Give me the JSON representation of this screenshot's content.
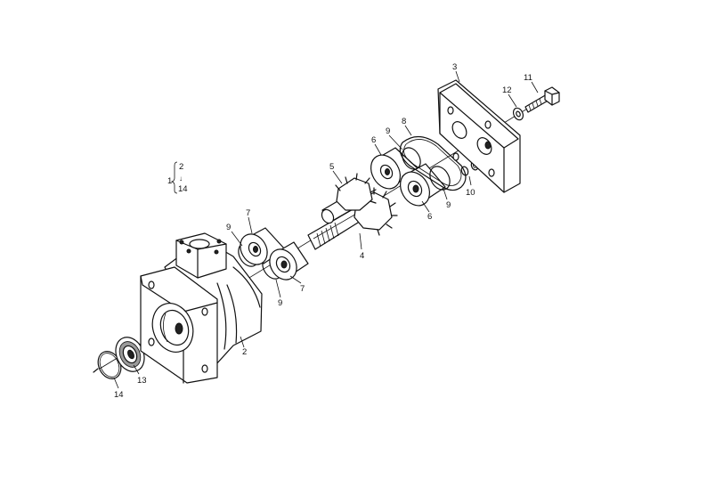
{
  "group_label": {
    "parent": "1",
    "range_start": "2",
    "range_separator": "↓",
    "range_end": "14"
  },
  "callouts": [
    {
      "id": "c2",
      "label": "2",
      "part": "housing"
    },
    {
      "id": "c3",
      "label": "3",
      "part": "cover-plate"
    },
    {
      "id": "c4",
      "label": "4",
      "part": "drive-shaft-gear"
    },
    {
      "id": "c5",
      "label": "5",
      "part": "driven-gear"
    },
    {
      "id": "c6a",
      "label": "6",
      "part": "bushing-upper"
    },
    {
      "id": "c6b",
      "label": "6",
      "part": "bushing-lower"
    },
    {
      "id": "c7a",
      "label": "7",
      "part": "bushing-front-upper"
    },
    {
      "id": "c7b",
      "label": "7",
      "part": "bushing-front-lower"
    },
    {
      "id": "c8",
      "label": "8",
      "part": "gasket"
    },
    {
      "id": "c9a",
      "label": "9",
      "part": "o-ring-left"
    },
    {
      "id": "c9b",
      "label": "9",
      "part": "o-ring-left-lower"
    },
    {
      "id": "c9c",
      "label": "9",
      "part": "o-ring-right-upper"
    },
    {
      "id": "c9d",
      "label": "9",
      "part": "o-ring-right-lower"
    },
    {
      "id": "c10",
      "label": "10",
      "part": "small-ring"
    },
    {
      "id": "c11",
      "label": "11",
      "part": "bolt"
    },
    {
      "id": "c12",
      "label": "12",
      "part": "washer"
    },
    {
      "id": "c13",
      "label": "13",
      "part": "oil-seal"
    },
    {
      "id": "c14",
      "label": "14",
      "part": "snap-ring"
    }
  ]
}
